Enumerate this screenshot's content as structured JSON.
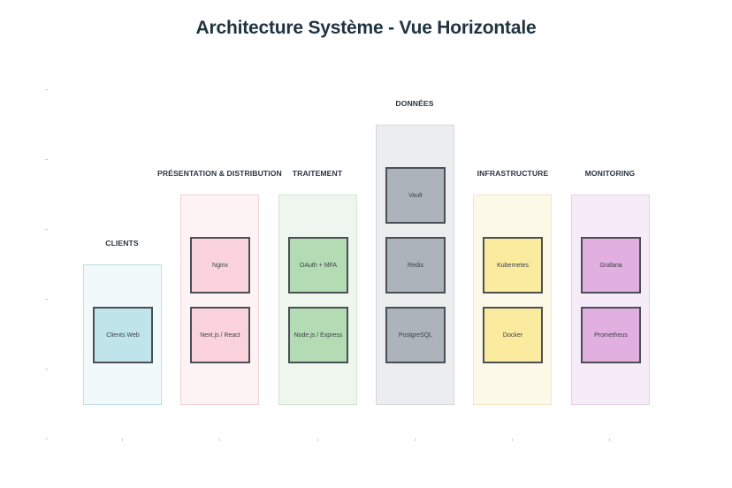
{
  "title": "Architecture Système - Vue Horizontale",
  "groups": [
    {
      "id": "clients",
      "label": "CLIENTS",
      "nodes": [
        "Clients Web"
      ]
    },
    {
      "id": "presentation",
      "label": "PRÉSENTATION & DISTRIBUTION",
      "nodes": [
        "Nginx",
        "Next.js / React"
      ]
    },
    {
      "id": "traitement",
      "label": "TRAITEMENT",
      "nodes": [
        "OAuth + MFA",
        "Node.js / Express"
      ]
    },
    {
      "id": "donnees",
      "label": "DONNÉES",
      "nodes": [
        "Vault",
        "Redis",
        "PostgreSQL"
      ]
    },
    {
      "id": "infrastructure",
      "label": "INFRASTRUCTURE",
      "nodes": [
        "Kubernetes",
        "Docker"
      ]
    },
    {
      "id": "monitoring",
      "label": "MONITORING",
      "nodes": [
        "Grafana",
        "Prometheus"
      ]
    }
  ],
  "colors": {
    "clients_bg": "#f2f9fb",
    "clients_node": "#bfe5eb",
    "presentation_bg": "#fdf3f4",
    "presentation_node": "#fbd3dc",
    "traitement_bg": "#eef6ee",
    "traitement_node": "#b4dcb4",
    "donnees_bg": "#ebedee",
    "donnees_node": "#adb3ba",
    "infrastructure_bg": "#fdf9e8",
    "infrastructure_node": "#fbeb9f",
    "monitoring_bg": "#f6ecf7",
    "monitoring_node": "#e1afe0"
  }
}
